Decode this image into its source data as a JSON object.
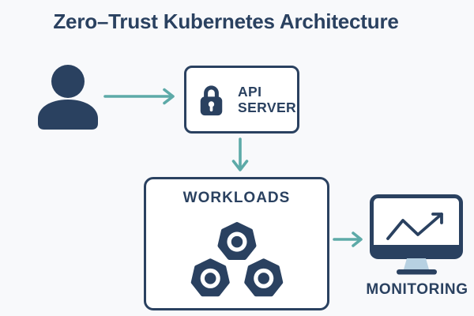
{
  "title": "Zero–Trust Kubernetes Architecture",
  "colors": {
    "background": "#f8f9fb",
    "navy": "#2a4160",
    "teal": "#5daaa8",
    "light_blue": "#b7d1e2",
    "box_bg": "#ffffff"
  },
  "nodes": {
    "user": {
      "icon": "person-icon"
    },
    "api_server": {
      "icon": "lock-icon",
      "label_line1": "API",
      "label_line2": "SERVER"
    },
    "workloads": {
      "icon": "heptagon-pods-icon",
      "label": "WORKLOADS"
    },
    "monitoring": {
      "icon": "monitor-chart-icon",
      "label": "MONITORING"
    }
  },
  "edges": [
    {
      "from": "user",
      "to": "api_server",
      "direction": "right"
    },
    {
      "from": "api_server",
      "to": "workloads",
      "direction": "down"
    },
    {
      "from": "workloads",
      "to": "monitoring",
      "direction": "right"
    }
  ]
}
